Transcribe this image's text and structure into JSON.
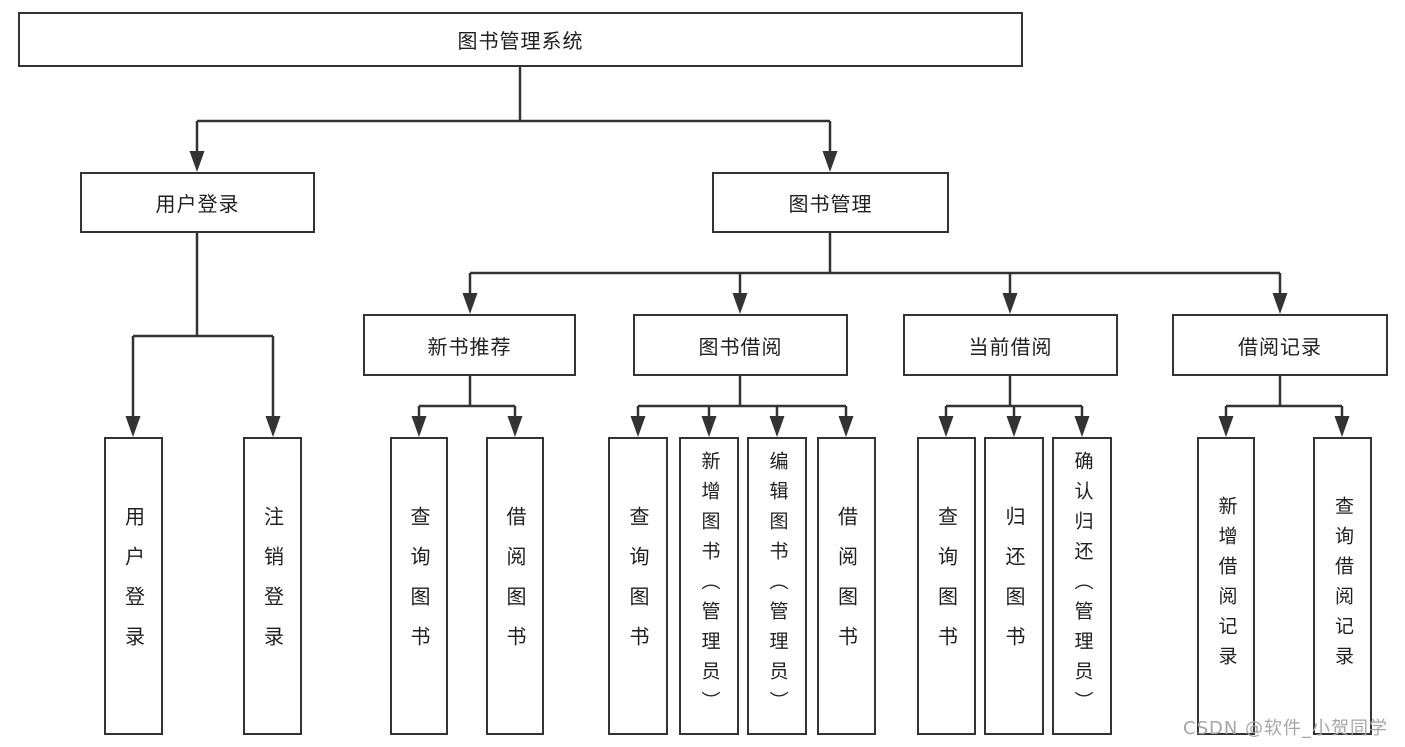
{
  "diagram": {
    "root": {
      "label": "图书管理系统"
    },
    "children": [
      {
        "label": "用户登录",
        "children": [
          {
            "label": "用户登录"
          },
          {
            "label": "注销登录"
          }
        ]
      },
      {
        "label": "图书管理",
        "children": [
          {
            "label": "新书推荐",
            "children": [
              {
                "label": "查询图书"
              },
              {
                "label": "借阅图书"
              }
            ]
          },
          {
            "label": "图书借阅",
            "children": [
              {
                "label": "查询图书"
              },
              {
                "label": "新增图书（管理员）"
              },
              {
                "label": "编辑图书（管理员）"
              },
              {
                "label": "借阅图书"
              }
            ]
          },
          {
            "label": "当前借阅",
            "children": [
              {
                "label": "查询图书"
              },
              {
                "label": "归还图书"
              },
              {
                "label": "确认归还（管理员）"
              }
            ]
          },
          {
            "label": "借阅记录",
            "children": [
              {
                "label": "新增借阅记录"
              },
              {
                "label": "查询借阅记录"
              }
            ]
          }
        ]
      }
    ]
  },
  "watermark": {
    "text": "CSDN @软件_小贺同学"
  },
  "colors": {
    "line": "#333333",
    "box_border": "#333333",
    "box_fill": "#ffffff",
    "text": "#1f1f1f",
    "watermark_text": "#a6a6a6"
  }
}
